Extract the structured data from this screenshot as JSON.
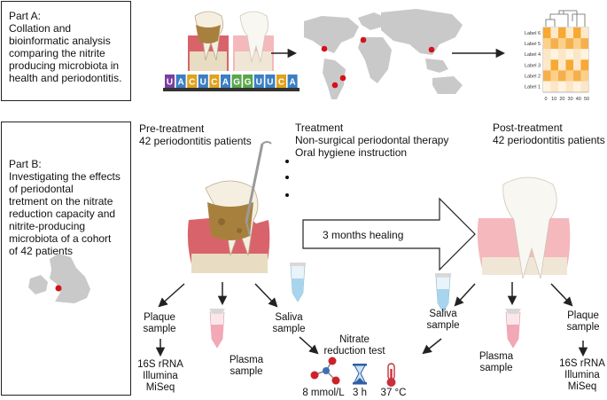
{
  "part_a": {
    "text": "Part A:\nCollation and\nbioinformatic analysis\ncomparing the nitrite\nproducing microbiota in\nhealth and periodontitis.",
    "sequence": [
      "U",
      "A",
      "C",
      "U",
      "C",
      "A",
      "G",
      "G",
      "U",
      "U",
      "C",
      "A"
    ],
    "heatmap_labels": [
      "Label 6",
      "Label 5",
      "Label 4",
      "Label 3",
      "Label 2",
      "Label 1"
    ],
    "heatmap_ticks": [
      "0",
      "10",
      "20",
      "30",
      "40",
      "50"
    ]
  },
  "part_b": {
    "text": "Part B:\nInvestigating the effects\nof periodontal\ntretment on the nitrate\nreduction capacity and\nnitrite-producing\nmicrobiota of a cohort\nof 42 patients"
  },
  "pre_treatment": {
    "title": "Pre-treatment",
    "subtitle": "42 periodontitis patients"
  },
  "treatment": {
    "title": "Treatment",
    "line1": "Non-surgical periodontal therapy",
    "line2": "Oral hygiene instruction"
  },
  "post_treatment": {
    "title": "Post-treatment",
    "subtitle": "42 periodontitis patients"
  },
  "healing": "3 months healing",
  "samples_left": {
    "plaque": "Plaque\nsample",
    "plasma": "Plasma\nsample",
    "saliva": "Saliva\nsample",
    "sequencing": "16S rRNA\nIllumina\nMiSeq"
  },
  "samples_right": {
    "saliva": "Saliva\nsample",
    "plasma": "Plasma\nsample",
    "plaque": "Plaque\nsample",
    "sequencing": "16S rRNA\nIllumina\nMiSeq"
  },
  "nitrate_test": {
    "title": "Nitrate\nreduction test",
    "concentration": "8 mmol/L",
    "time": "3 h",
    "temperature": "37 °C"
  },
  "colors": {
    "gum": "#d9636b",
    "gum_light": "#f4b8bd",
    "bone": "#e8dcc2",
    "map": "#c9c9c9",
    "marker": "#d4121b",
    "tube_blue": "#a9d4ee",
    "tube_pink": "#f2a8b5",
    "arrow": "#222222"
  }
}
